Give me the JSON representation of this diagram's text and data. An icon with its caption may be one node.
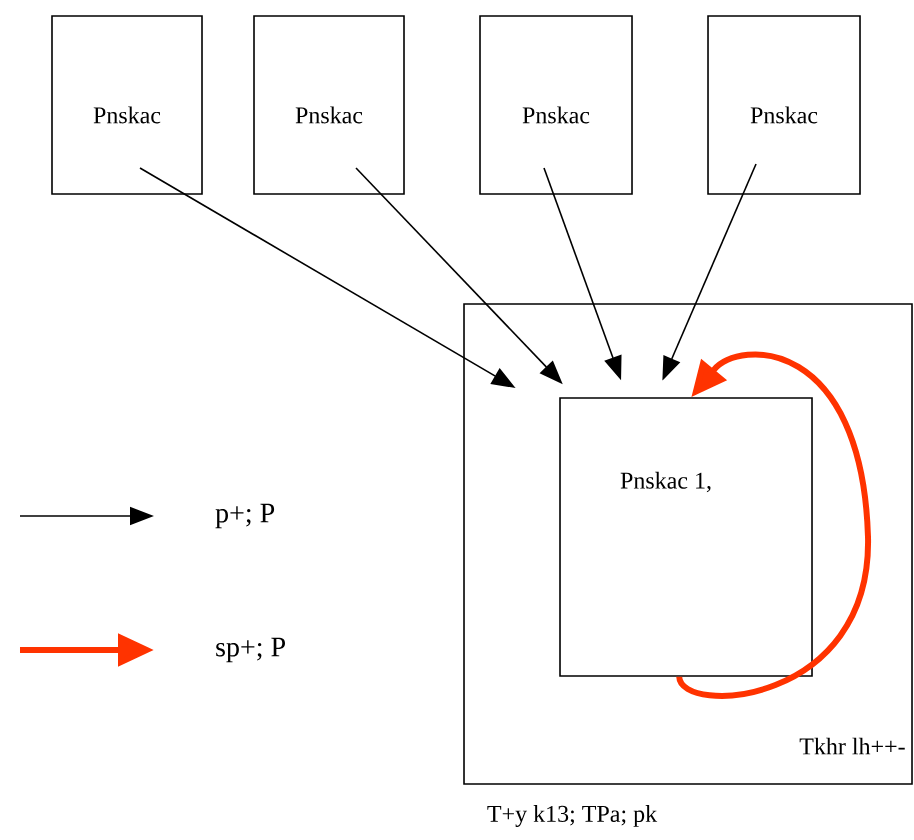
{
  "diagram": {
    "caption": "T+y k13; TPa; pk",
    "nodes": [
      {
        "text": [
          "Pnskac"
        ]
      },
      {
        "text": [
          "Pnskac"
        ]
      },
      {
        "text": [
          "Pnskac"
        ]
      },
      {
        "text": [
          "Pnskac"
        ]
      },
      {
        "text": [
          "Tkhr lh++-"
        ]
      },
      {
        "text": [
          "Pnskac 1,"
        ],
        "in": 4
      }
    ],
    "edges": [
      {
        "from": 0,
        "to": 5,
        "arrow": "to"
      },
      {
        "from": 1,
        "to": 5,
        "arrow": "to"
      },
      {
        "from": 2,
        "to": 5,
        "arrow": "to"
      },
      {
        "from": 3,
        "to": 5,
        "arrow": "to"
      },
      {
        "from": 5,
        "to": 5,
        "arrow": "to",
        "style": "thick",
        "color": "#ff3300"
      }
    ],
    "legend": [
      {
        "text": "p+; P"
      },
      {
        "text": "sp+; P"
      }
    ]
  }
}
